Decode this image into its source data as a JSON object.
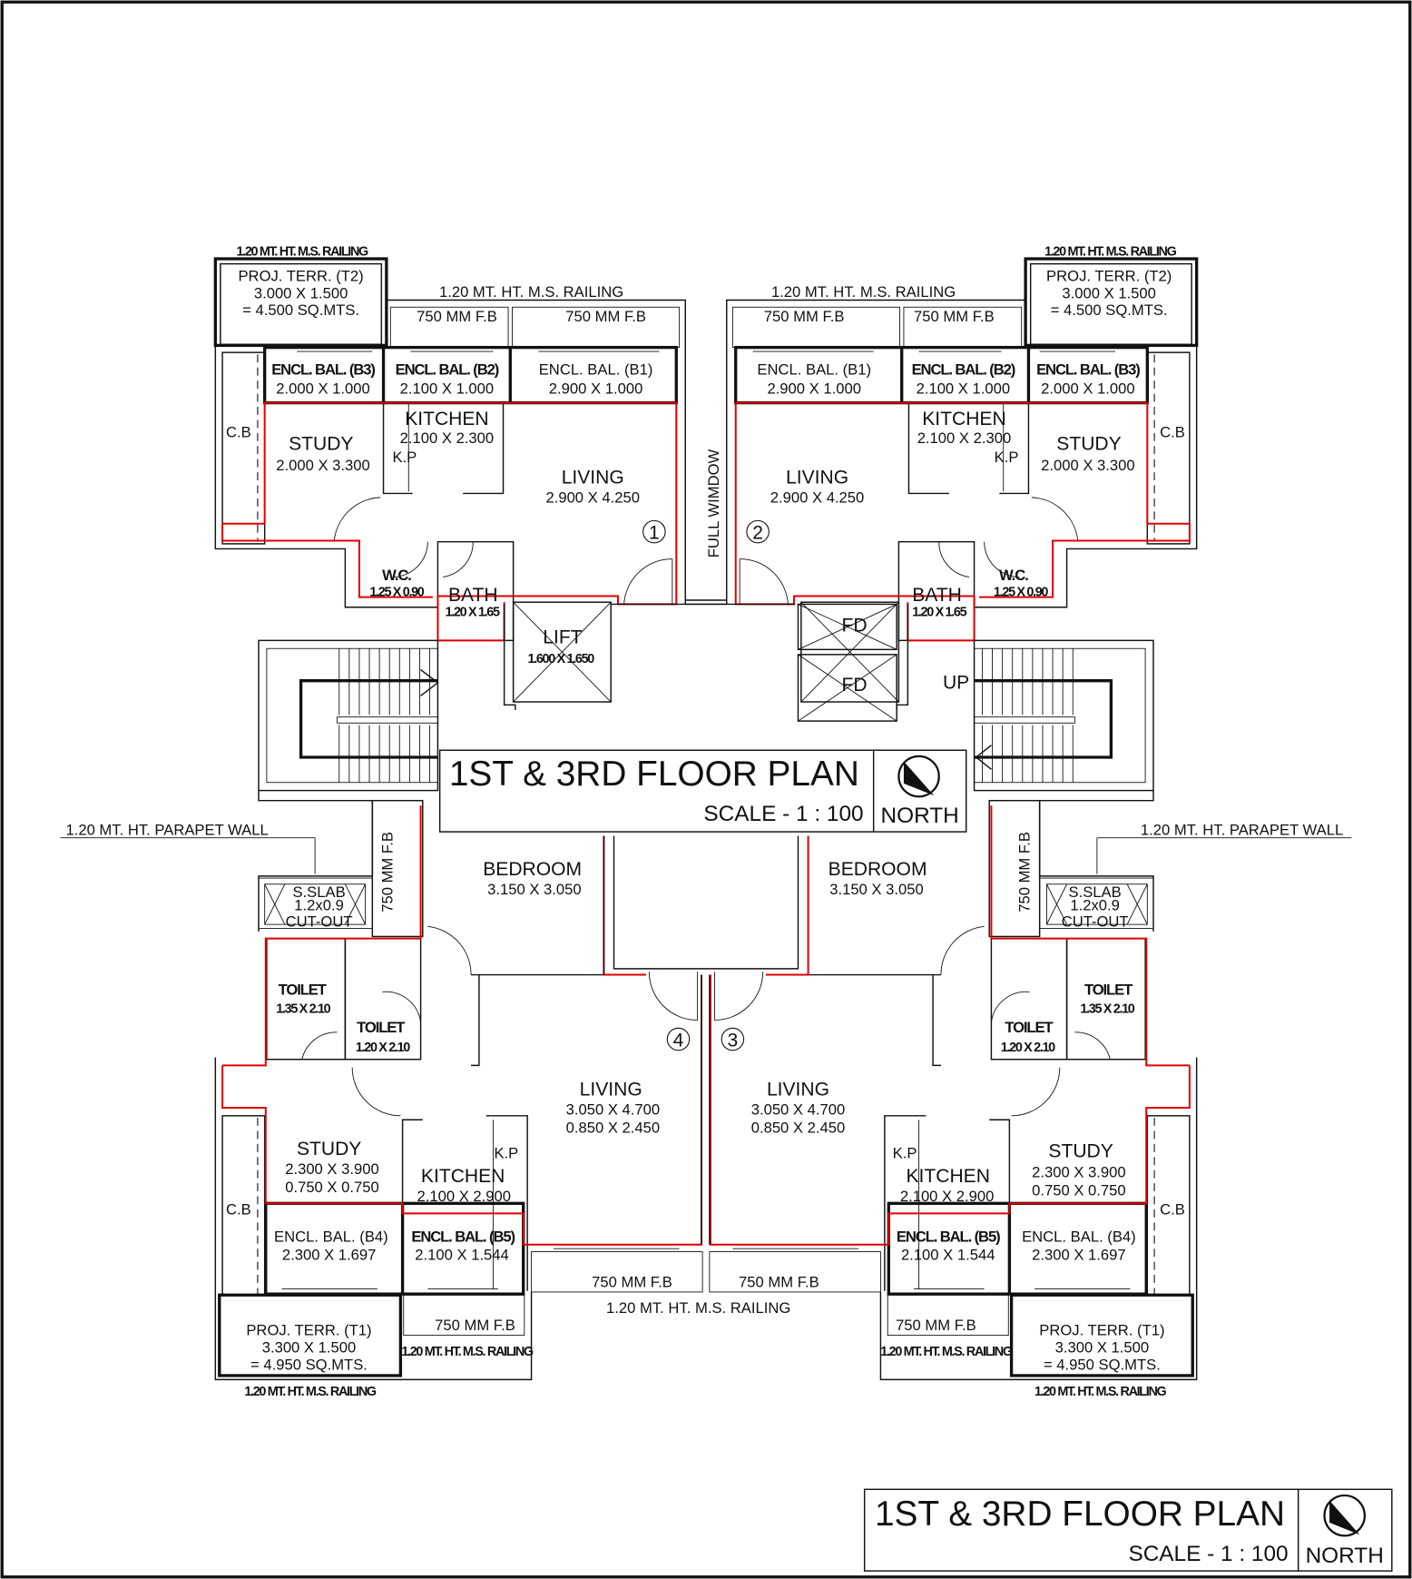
{
  "title_block": {
    "title": "1ST & 3RD FLOOR PLAN",
    "scale": "SCALE - 1 : 100",
    "north": "NORTH"
  },
  "common": {
    "railing": "1.20 MT. HT. M.S. RAILING",
    "fb": "750 MM F.B",
    "parapet": "1.20 MT. HT. PARAPET WALL",
    "cb": "C.B",
    "kp": "K.P",
    "kitchen": "KITCHEN",
    "living": "LIVING",
    "study": "STUDY",
    "bath": "BATH",
    "wc": "W.C.",
    "toilet": "TOILET",
    "bedroom": "BEDROOM",
    "full_window": "FULL WIMDOW",
    "lift": "LIFT",
    "lift_size": "1.600 X 1.650",
    "fd": "FD",
    "up": "UP",
    "sslab": "S.SLAB",
    "sslab_size": "1.2x0.9",
    "cutout": "CUT-OUT"
  },
  "top_units": {
    "proj_terr": "PROJ. TERR. (T2)",
    "proj_terr_size": "3.000 X 1.500",
    "proj_terr_area": "= 4.500 SQ.MTS.",
    "b3": "ENCL. BAL. (B3)",
    "b3_size": "2.000 X 1.000",
    "b2": "ENCL. BAL. (B2)",
    "b2_size": "2.100 X 1.000",
    "b1": "ENCL. BAL. (B1)",
    "b1_size": "2.900 X 1.000",
    "study_size": "2.000 X 3.300",
    "kitchen_size": "2.100 X 2.300",
    "living_size": "2.900 X 4.250",
    "wc_size": "1.25 X 0.90",
    "bath_size": "1.20 X 1.65",
    "flat_left": "1",
    "flat_right": "2"
  },
  "bottom_units": {
    "proj_terr": "PROJ. TERR. (T1)",
    "proj_terr_size": "3.300 X 1.500",
    "proj_terr_area": "= 4.950 SQ.MTS.",
    "b4": "ENCL. BAL. (B4)",
    "b4_size": "2.300 X 1.697",
    "b5": "ENCL. BAL. (B5)",
    "b5_size": "2.100 X 1.544",
    "study_size": "2.300 X 3.900",
    "study_size2": "0.750 X 0.750",
    "kitchen_size": "2.100 X 2.900",
    "living_size": "3.050 X 4.700",
    "living_size2": "0.850 X 2.450",
    "bedroom_size": "3.150 X 3.050",
    "toilet1_size": "1.35 X 2.10",
    "toilet2_size": "1.20 X 2.10",
    "flat_left": "4",
    "flat_right": "3"
  }
}
